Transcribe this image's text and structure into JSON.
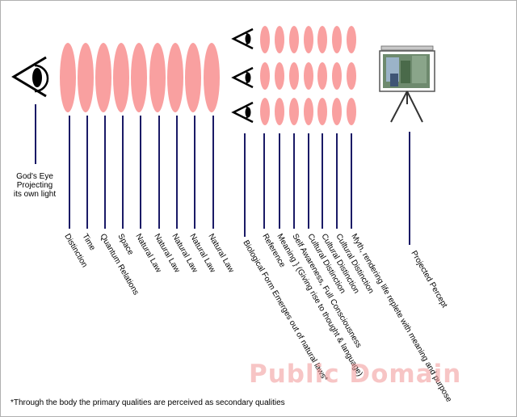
{
  "god_eye_label": [
    "God's Eye",
    "Projecting",
    "its own light"
  ],
  "lens_labels": [
    "Distinction",
    "Time",
    "Quantum Relations",
    "Space",
    "Natural Law",
    "Natural Law",
    "Natural Law",
    "Natural Law",
    "Natural Law"
  ],
  "perception_labels": [
    "Biological Form Emerges out of natural laws*",
    "Reference",
    "Meaning  }  (Giving rise to thought & language)",
    "Self Awareness, Full Consciousness",
    "Cultural Distinction",
    "Cultural Distinction",
    "Cultural Distinction",
    "Myth, rendering life replete with meaning and purpose"
  ],
  "projector_label": "Projected Percept",
  "watermark": "Public Domain",
  "footnote": "*Through the body the primary qualities are perceived as secondary qualities",
  "colors": {
    "lens": "#f9a0a0",
    "line": "#1a1a66",
    "watermark": "#f09696"
  },
  "icons": [
    "eye-icon",
    "projector-screen-icon"
  ]
}
